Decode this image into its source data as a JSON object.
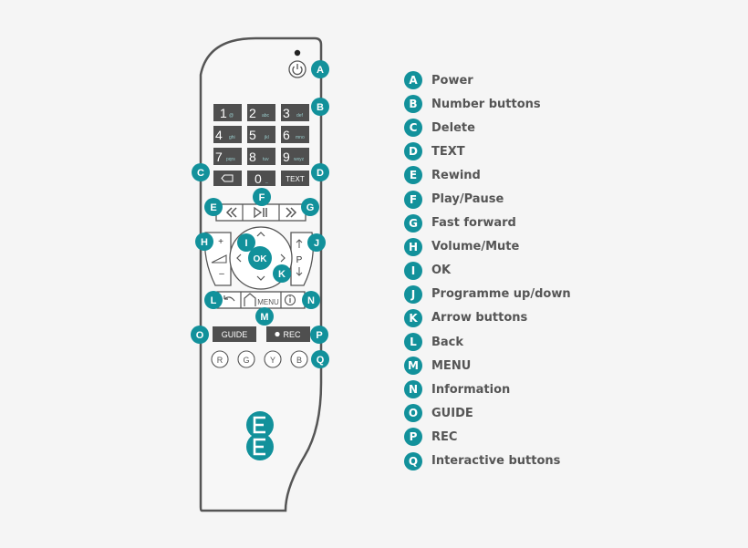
{
  "remote": {
    "keys": {
      "num1": {
        "digit": "1",
        "sub": "@"
      },
      "num2": {
        "digit": "2",
        "sub": "abc"
      },
      "num3": {
        "digit": "3",
        "sub": "def"
      },
      "num4": {
        "digit": "4",
        "sub": "ghi"
      },
      "num5": {
        "digit": "5",
        "sub": "jkl"
      },
      "num6": {
        "digit": "6",
        "sub": "mno"
      },
      "num7": {
        "digit": "7",
        "sub": "pqrs"
      },
      "num8": {
        "digit": "8",
        "sub": "tuv"
      },
      "num9": {
        "digit": "9",
        "sub": "wxyz"
      },
      "num0": {
        "digit": "0",
        "sub": "_"
      },
      "text": "TEXT",
      "ok": "OK",
      "p": "P",
      "plus": "+",
      "minus": "–",
      "menu": "MENU",
      "guide": "GUIDE",
      "rec": "REC",
      "color_r": "R",
      "color_g": "G",
      "color_y": "Y",
      "color_b": "B",
      "logo": "EE"
    },
    "callouts": {
      "a": "A",
      "b": "B",
      "c": "C",
      "d": "D",
      "e": "E",
      "f": "F",
      "g": "G",
      "h": "H",
      "i": "I",
      "j": "J",
      "k": "K",
      "l": "L",
      "m": "M",
      "n": "N",
      "o": "O",
      "p": "P",
      "q": "Q"
    }
  },
  "legend": [
    {
      "letter": "A",
      "label": "Power"
    },
    {
      "letter": "B",
      "label": "Number buttons"
    },
    {
      "letter": "C",
      "label": "Delete"
    },
    {
      "letter": "D",
      "label": "TEXT"
    },
    {
      "letter": "E",
      "label": "Rewind"
    },
    {
      "letter": "F",
      "label": "Play/Pause"
    },
    {
      "letter": "G",
      "label": "Fast forward"
    },
    {
      "letter": "H",
      "label": "Volume/Mute"
    },
    {
      "letter": "I",
      "label": "OK"
    },
    {
      "letter": "J",
      "label": "Programme up/down"
    },
    {
      "letter": "K",
      "label": "Arrow buttons"
    },
    {
      "letter": "L",
      "label": "Back"
    },
    {
      "letter": "M",
      "label": "MENU"
    },
    {
      "letter": "N",
      "label": "Information"
    },
    {
      "letter": "O",
      "label": "GUIDE"
    },
    {
      "letter": "P",
      "label": "REC"
    },
    {
      "letter": "Q",
      "label": "Interactive buttons"
    }
  ],
  "colors": {
    "accent": "#12919b",
    "key_dark": "#4f4f4f",
    "outline": "#555555",
    "body": "#f5f5f5",
    "legend_text": "#555555"
  }
}
